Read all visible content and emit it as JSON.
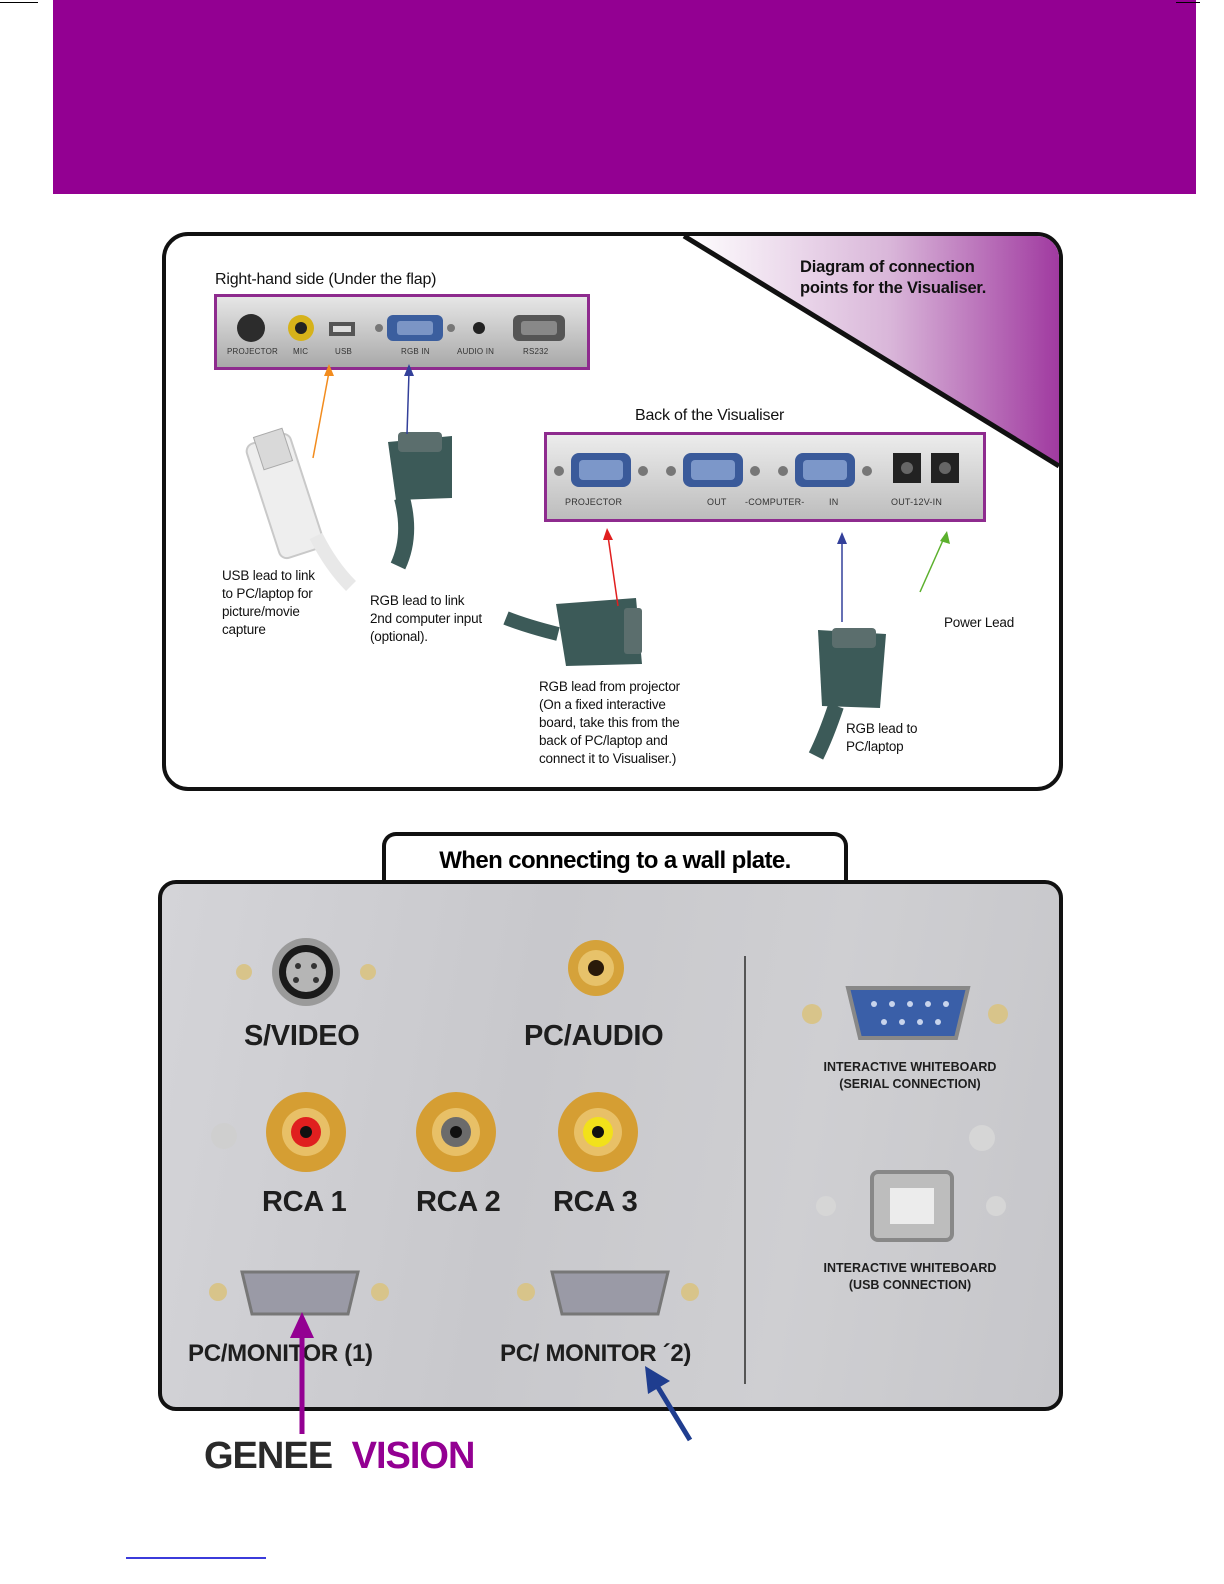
{
  "diagram": {
    "corner_title_line1": "Diagram of connection",
    "corner_title_line2": "points for the Visualiser.",
    "right_side_heading": "Right-hand side (Under the flap)",
    "right_side_ports": [
      "PROJECTOR",
      "MIC",
      "USB",
      "RGB IN",
      "AUDIO IN",
      "RS232"
    ],
    "back_heading": "Back of the Visualiser",
    "back_ports": [
      "PROJECTOR",
      "OUT",
      "-COMPUTER-",
      "IN",
      "OUT-12V-IN"
    ],
    "usb_label": [
      "USB lead to link",
      "to PC/laptop for",
      "picture/movie",
      "capture"
    ],
    "rgb2_label": [
      "RGB lead to link",
      "2nd computer input",
      "(optional)."
    ],
    "projector_label": [
      "RGB lead from projector",
      "(On a fixed interactive",
      "board, take this from the",
      "back of PC/laptop and",
      "connect it to Visualiser.)"
    ],
    "pc_label": [
      "RGB lead to",
      "PC/laptop"
    ],
    "power_label": "Power Lead"
  },
  "wallplate": {
    "tab_title": "When connecting to a wall plate.",
    "svideo": "S/VIDEO",
    "pcaudio": "PC/AUDIO",
    "rca1": "RCA 1",
    "rca2": "RCA 2",
    "rca3": "RCA 3",
    "monitor1": "PC/MONITOR  (1)",
    "monitor2": "PC/ MONITOR  ´2)",
    "iwb_serial": [
      "INTERACTIVE WHITEBOARD",
      "(SERIAL CONNECTION)"
    ],
    "iwb_usb": [
      "INTERACTIVE WHITEBOARD",
      "(USB CONNECTION)"
    ]
  },
  "logo": {
    "word1": "GENEE",
    "word2": "VISION"
  },
  "colors": {
    "banner": "#930092",
    "accent_purple": "#930092",
    "arrow_blue": "#1f3d8f",
    "arrow_orange": "#f28c1e",
    "arrow_red": "#e01f1f",
    "arrow_green": "#5bb02c",
    "arrow_navy": "#33409a"
  }
}
